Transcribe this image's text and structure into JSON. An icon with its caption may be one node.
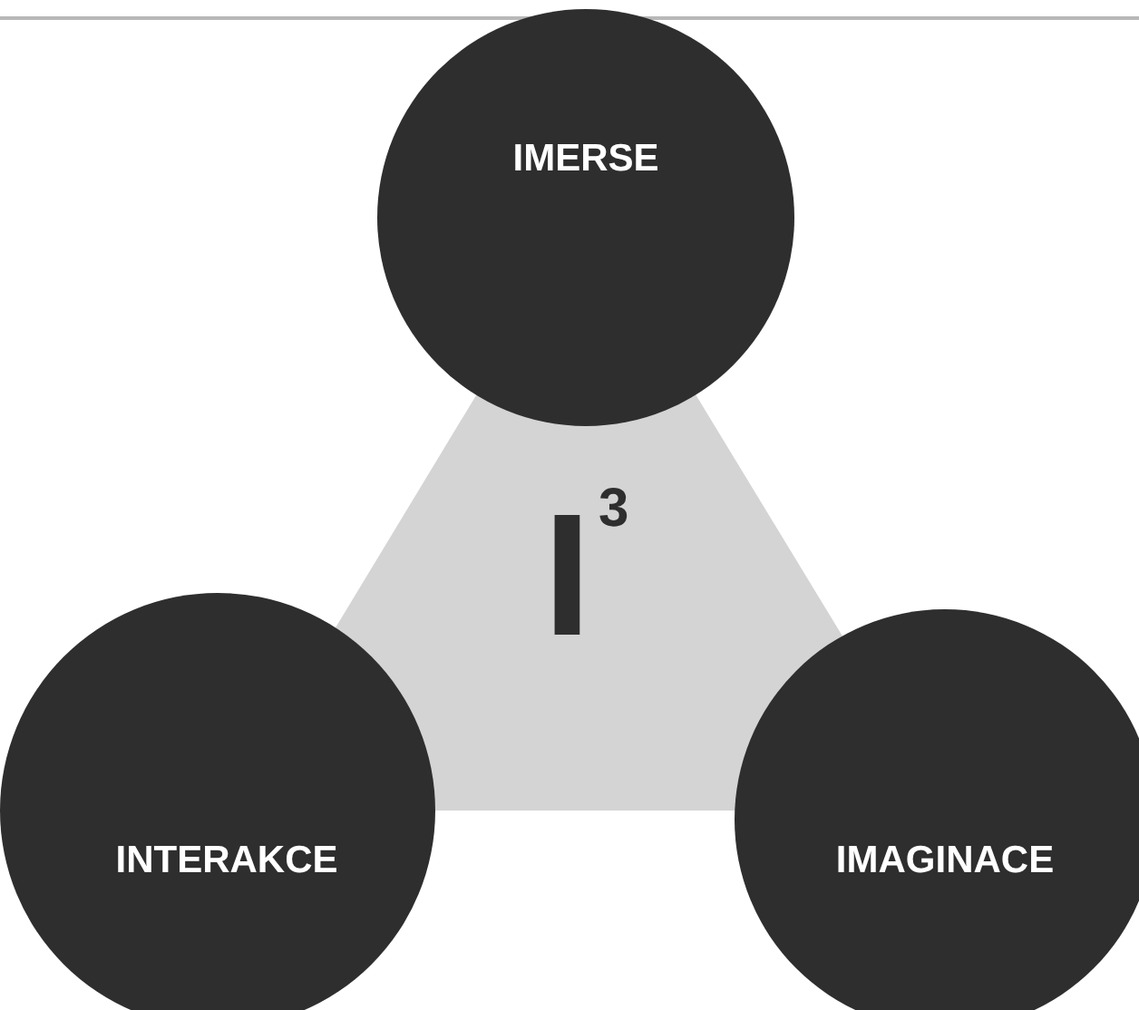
{
  "diagram": {
    "nodes": [
      {
        "text": [
          "IMERSE"
        ]
      },
      {
        "text": [
          "I$^{3}$"
        ]
      },
      {
        "text": [
          "INTERAKCE"
        ]
      },
      {
        "text": [
          "IMAGINACE"
        ]
      }
    ]
  }
}
